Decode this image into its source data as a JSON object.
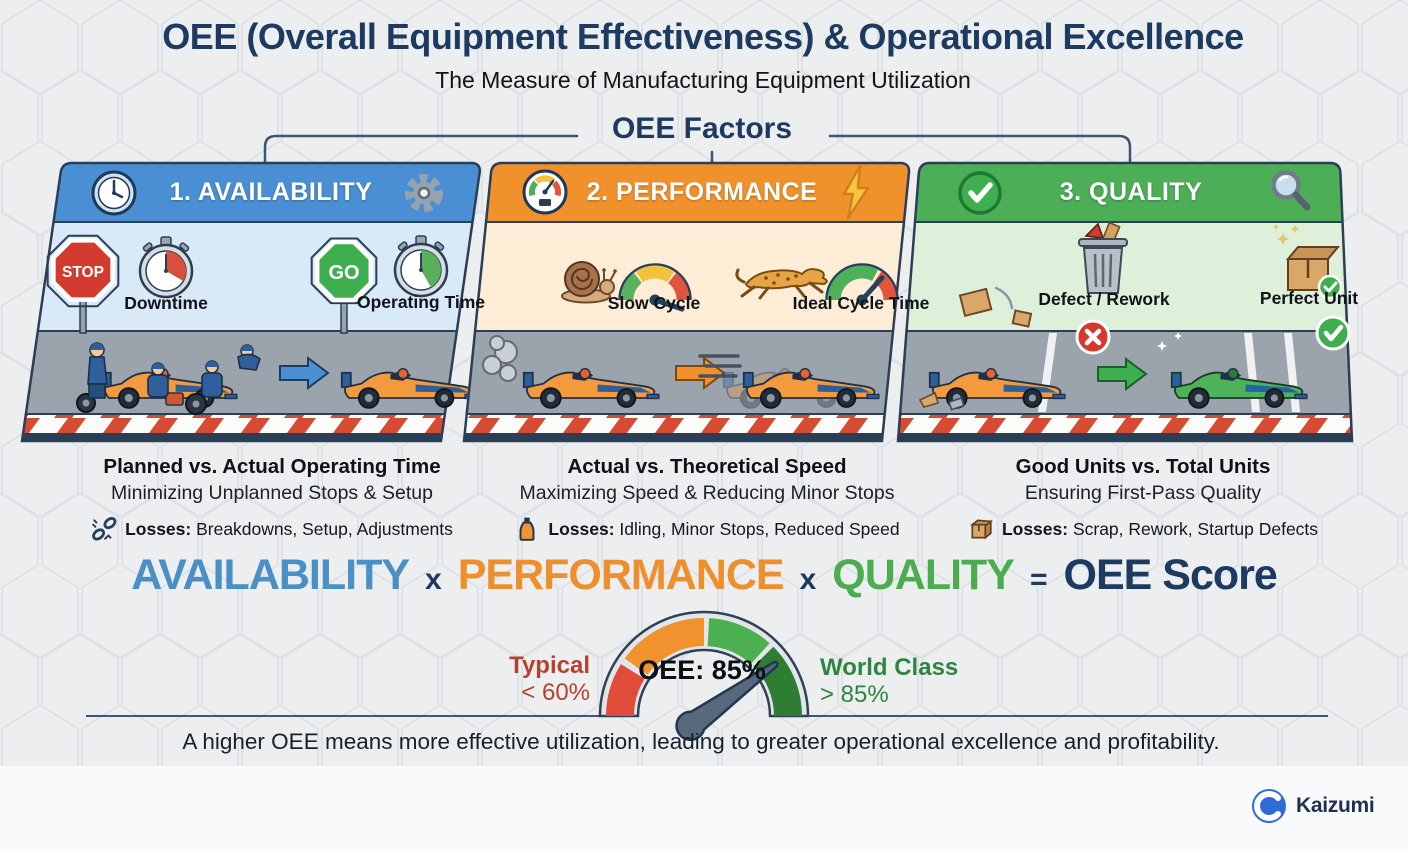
{
  "header": {
    "title": "OEE (Overall Equipment Effectiveness) & Operational Excellence",
    "subtitle": "The Measure of Manufacturing Equipment Utilization",
    "factors_label": "OEE Factors"
  },
  "panels": [
    {
      "title": "1. AVAILABILITY",
      "icon_left": "clock-icon",
      "icon_right": "gear-icon",
      "sign_left": "STOP",
      "sign_right": "GO",
      "caption_left": "Downtime",
      "caption_right": "Operating Time",
      "headline": "Planned vs. Actual Operating Time",
      "subline": "Minimizing Unplanned Stops & Setup",
      "losses_label": "Losses:",
      "losses_text": "Breakdowns, Setup, Adjustments",
      "losses_icon": "broken-chain-icon",
      "header_color": "#4a8fd4",
      "body_color": "#d8e9f7"
    },
    {
      "title": "2. PERFORMANCE",
      "icon_left": "speedometer-icon",
      "icon_right": "lightning-icon",
      "caption_left": "Slow Cycle",
      "caption_right": "Ideal Cycle Time",
      "headline": "Actual vs. Theoretical Speed",
      "subline": "Maximizing Speed & Reducing Minor Stops",
      "losses_label": "Losses:",
      "losses_text": "Idling, Minor Stops, Reduced Speed",
      "losses_icon": "oil-bottle-icon",
      "header_color": "#f0912c",
      "body_color": "#fdecd6"
    },
    {
      "title": "3. QUALITY",
      "icon_left": "check-circle-icon",
      "icon_right": "magnifier-icon",
      "caption_left": "Defect / Rework",
      "caption_right": "Perfect Unit",
      "headline": "Good Units vs. Total Units",
      "subline": "Ensuring First-Pass Quality",
      "losses_label": "Losses:",
      "losses_text": "Scrap, Rework, Startup Defects",
      "losses_icon": "cardboard-box-icon",
      "header_color": "#4cae57",
      "body_color": "#def0da"
    }
  ],
  "formula": {
    "availability": "AVAILABILITY",
    "times1": "x",
    "performance": "PERFORMANCE",
    "times2": "x",
    "quality": "QUALITY",
    "equals": "=",
    "result": "OEE Score"
  },
  "gauge": {
    "center_label": "OEE: 85%",
    "left_title": "Typical",
    "left_value": "< 60%",
    "right_title": "World Class",
    "right_value": "> 85%",
    "segment_colors": [
      "#e04b3a",
      "#f0922d",
      "#4caf50",
      "#2e7d32"
    ]
  },
  "footer": {
    "note": "A higher OEE means more effective utilization, leading to greater operational excellence and profitability.",
    "brand": "Kaizumi"
  },
  "colors": {
    "title": "#1d3b60",
    "availability": "#4a8fc6",
    "performance": "#ee8f2e",
    "quality": "#4cad50",
    "background": "#eceef0"
  }
}
